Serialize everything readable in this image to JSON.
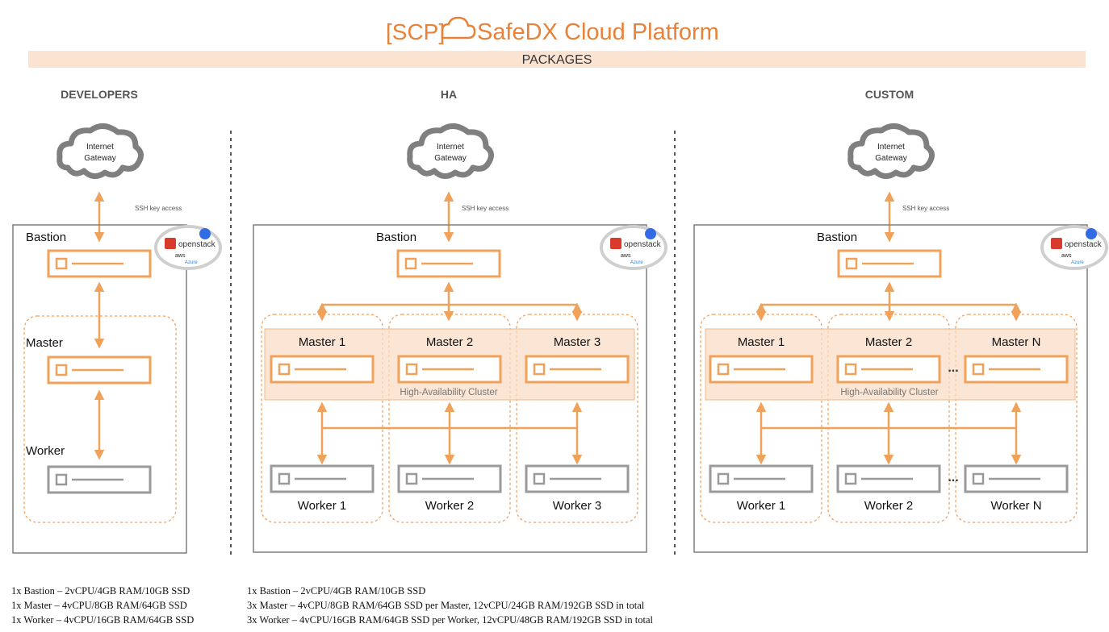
{
  "header": {
    "logo_text": "[SCP]",
    "title": "SafeDX Cloud Platform",
    "banner": "PACKAGES"
  },
  "colors": {
    "brand_orange": "#e8823a",
    "node_orange": "#f0a15a",
    "node_gray": "#9a9a9a",
    "banner_bg": "#fbe3d1",
    "cluster_bg": "#f9dcc6",
    "cloud_gray": "#7f7f7f",
    "text_gray": "#555555"
  },
  "columns": [
    {
      "id": "developers",
      "title": "DEVELOPERS",
      "gateway": [
        "Internet",
        "Gateway"
      ],
      "ssh_label": "SSH key access",
      "bastion_label": "Bastion",
      "provider_badge": {
        "brand": "openstack",
        "sub1": "aws",
        "sub2": "Azure"
      },
      "masters": [
        "Master"
      ],
      "workers": [
        "Worker"
      ],
      "cluster_label": ""
    },
    {
      "id": "ha",
      "title": "HA",
      "gateway": [
        "Internet",
        "Gateway"
      ],
      "ssh_label": "SSH key access",
      "bastion_label": "Bastion",
      "provider_badge": {
        "brand": "openstack",
        "sub1": "aws",
        "sub2": "Azure"
      },
      "masters": [
        "Master 1",
        "Master 2",
        "Master 3"
      ],
      "workers": [
        "Worker 1",
        "Worker 2",
        "Worker 3"
      ],
      "cluster_label": "High-Availability Cluster"
    },
    {
      "id": "custom",
      "title": "CUSTOM",
      "gateway": [
        "Internet",
        "Gateway"
      ],
      "ssh_label": "SSH key access",
      "bastion_label": "Bastion",
      "provider_badge": {
        "brand": "openstack",
        "sub1": "aws",
        "sub2": "Azure"
      },
      "masters": [
        "Master 1",
        "Master 2",
        "Master N"
      ],
      "workers": [
        "Worker 1",
        "Worker 2",
        "Worker N"
      ],
      "cluster_label": "High-Availability Cluster",
      "ellipsis": "..."
    }
  ],
  "specs": {
    "developers": [
      "1x Bastion – 2vCPU/4GB RAM/10GB SSD",
      "1x Master – 4vCPU/8GB RAM/64GB SSD",
      "1x Worker – 4vCPU/16GB RAM/64GB SSD"
    ],
    "ha": [
      "1x Bastion – 2vCPU/4GB RAM/10GB SSD",
      "3x Master – 4vCPU/8GB RAM/64GB SSD per Master, 12vCPU/24GB RAM/192GB SSD in total",
      "3x Worker – 4vCPU/16GB RAM/64GB SSD per Worker, 12vCPU/48GB RAM/192GB SSD in total"
    ]
  }
}
